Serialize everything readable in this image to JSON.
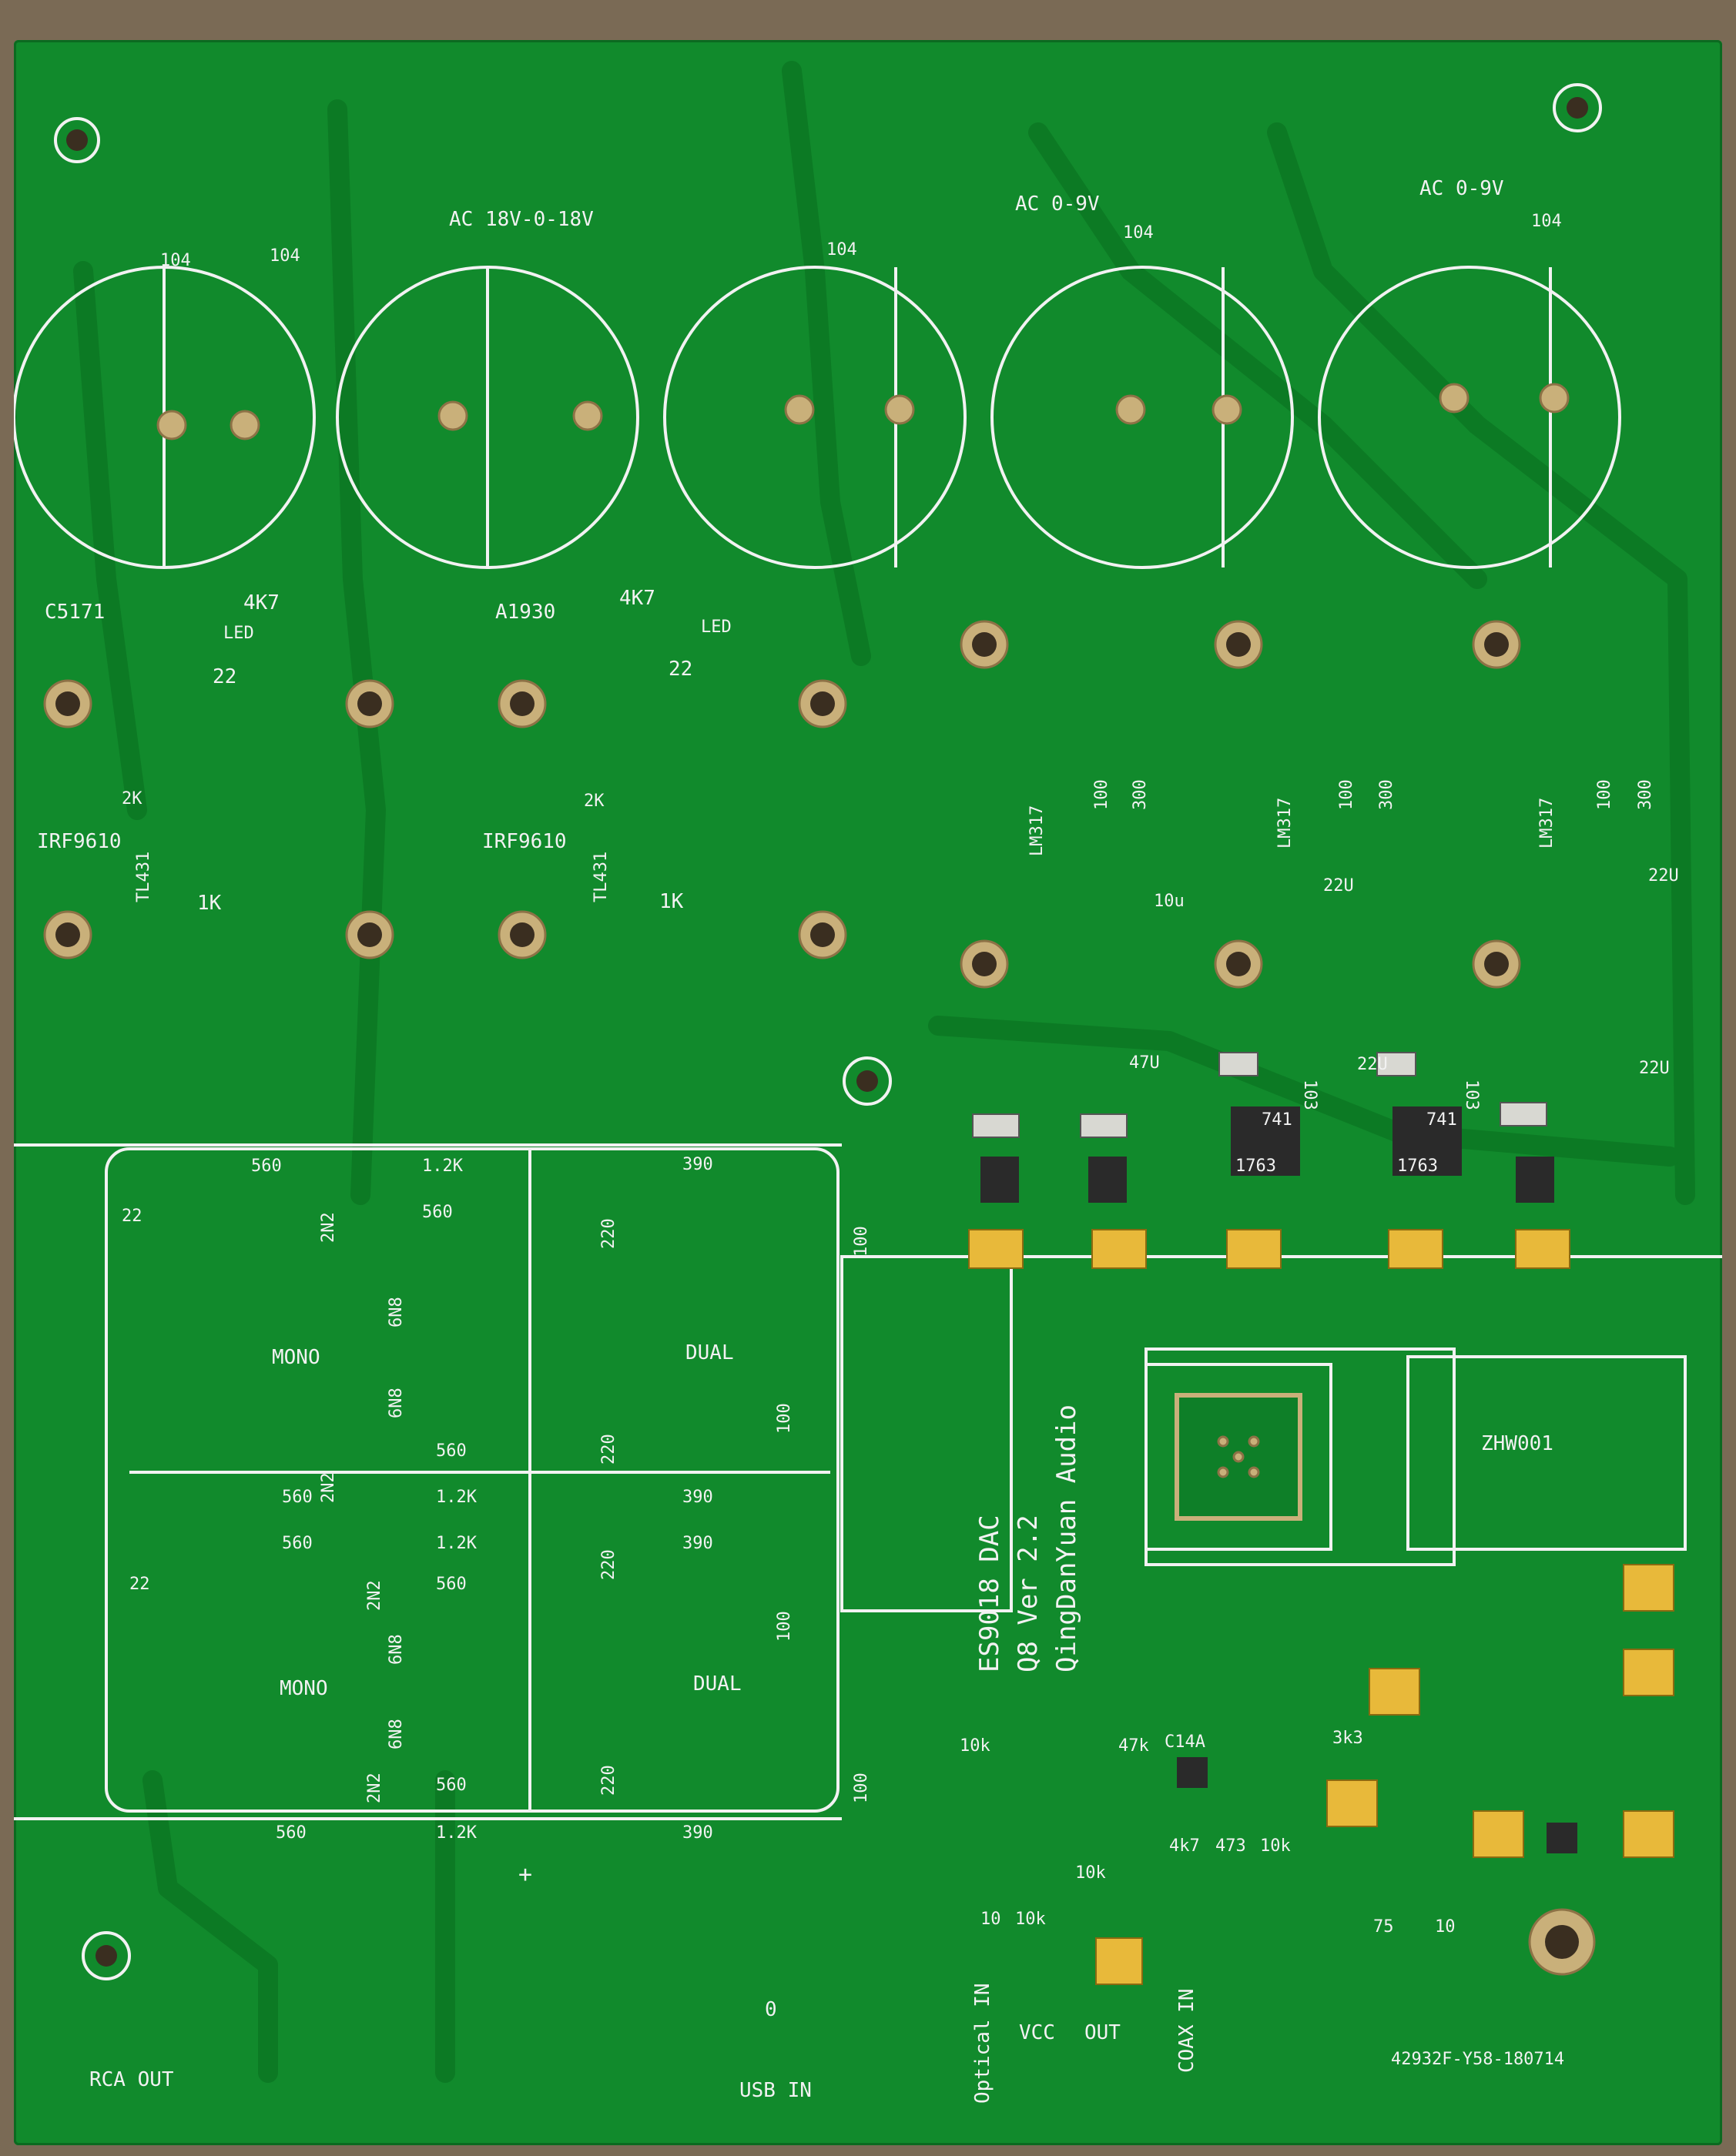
{
  "board": {
    "title": "ES9018 DAC",
    "version": "Q8 Ver 2.2",
    "maker": "QingDanYuan Audio",
    "lot_code": "42932F-Y58-180714",
    "colors": {
      "soldermask": "#118a2c",
      "silkscreen": "#f2f2f2",
      "pad": "#c9b07a"
    }
  },
  "labels": {
    "ac_main": "AC 18V-0-18V",
    "ac_9v_a": "AC 0-9V",
    "ac_9v_b": "AC 0-9V",
    "cap_104": "104",
    "c5171": "C5171",
    "a1930": "A1930",
    "r4k7": "4K7",
    "led": "LED",
    "r22": "22",
    "irf9610": "IRF9610",
    "tl431": "TL431",
    "r2k": "2K",
    "r1k": "1K",
    "lm317": "LM317",
    "r100": "100",
    "r300": "300",
    "c10u": "10u",
    "c22u": "22U",
    "c47u": "47U",
    "r560": "560",
    "r1_2k": "1.2K",
    "r390": "390",
    "c2n2": "2N2",
    "c6n8": "6N8",
    "r220": "220",
    "mono": "MONO",
    "dual": "DUAL",
    "zhw": "ZHW001",
    "c103": "103",
    "ic1763": "1763",
    "ic741": "741",
    "r10k": "10k",
    "r47k": "47k",
    "c14a": "C14A",
    "r3k3": "3k3",
    "r4k7_small": "4k7",
    "r473": "473",
    "r75": "75",
    "r10": "10",
    "zero": "0",
    "vcc": "VCC",
    "out": "OUT",
    "optical_in": "Optical IN",
    "coax_in": "COAX IN",
    "usb_in": "USB IN",
    "rca_out": "RCA OUT",
    "plus": "+"
  }
}
